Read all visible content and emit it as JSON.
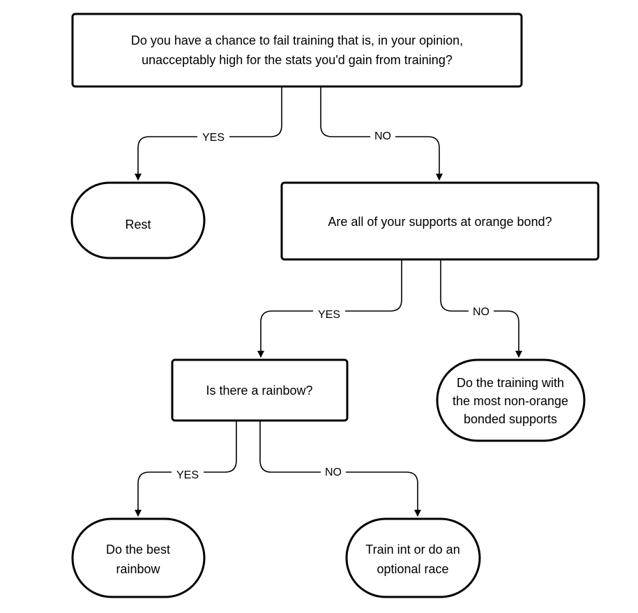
{
  "colors": {
    "stroke": "#000000",
    "fill": "#ffffff",
    "text": "#000000"
  },
  "nodes": {
    "q_fail": {
      "line1": "Do you have a chance to fail training that is, in your opinion,",
      "line2": "unacceptably high for the stats you'd gain from training?"
    },
    "rest": {
      "line1": "Rest"
    },
    "q_orange": {
      "line1": "Are all of your supports at orange bond?"
    },
    "q_rainbow": {
      "line1": "Is there a rainbow?"
    },
    "train_non_orange": {
      "line1": "Do the training with",
      "line2": "the most non-orange",
      "line3": "bonded supports"
    },
    "best_rainbow": {
      "line1": "Do the best",
      "line2": "rainbow"
    },
    "train_int": {
      "line1": "Train int or do an",
      "line2": "optional race"
    }
  },
  "edges": {
    "fail_yes": "YES",
    "fail_no": "NO",
    "orange_yes": "YES",
    "orange_no": "NO",
    "rainbow_yes": "YES",
    "rainbow_no": "NO"
  }
}
